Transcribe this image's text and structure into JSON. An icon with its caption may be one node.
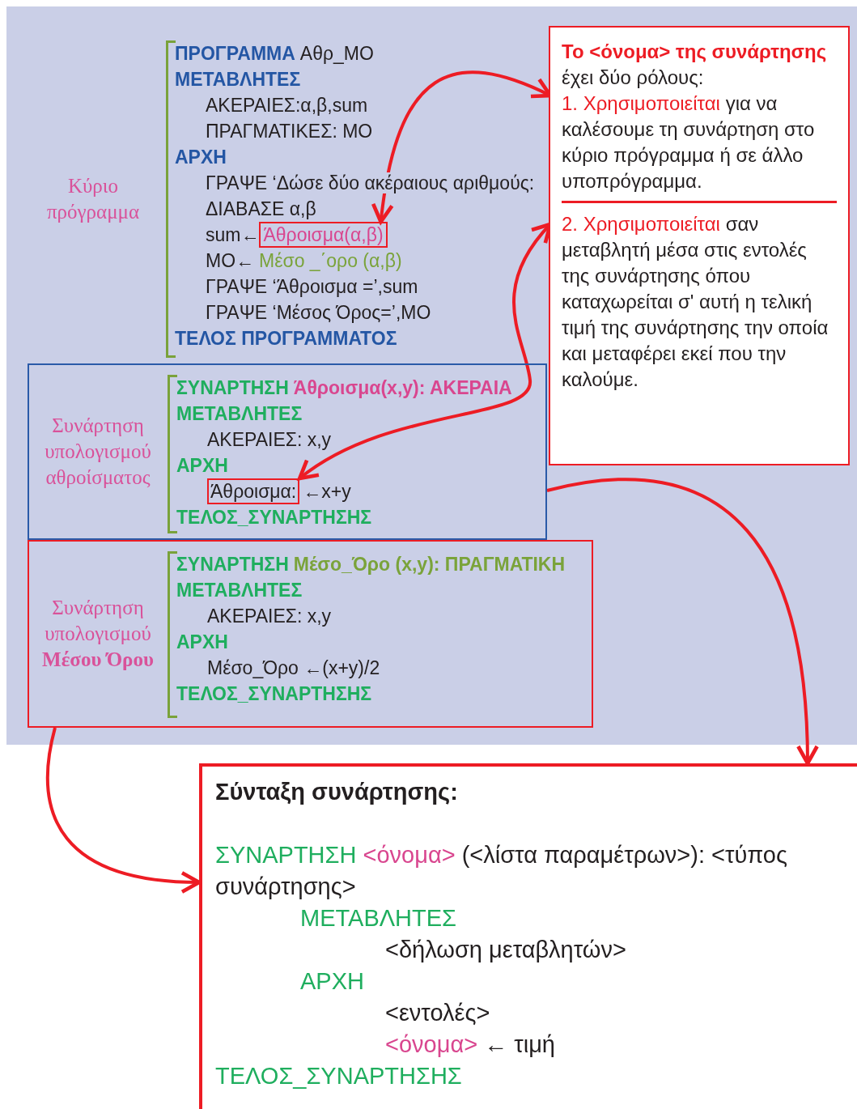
{
  "diagram": {
    "nodes": [
      {
        "text": [
          "ΠΡΟΓΡΑΜΜΑ",
          "Αθρ_ΜΟ",
          "ΜΕΤΑΒΛΗΤΕΣ",
          "ΑΚΕΡΑΙΕΣ:α,β,sum",
          "ΠΡΑΓΜΑΤΙΚΕΣ: ΜΟ",
          "ΑΡΧΗ",
          "ΓΡΑΨΕ ‘Δώσε δύο ακέραιους αριθμούς:",
          "ΔΙΑΒΑΣΕ α,β",
          "sum←",
          "ΜΟ←",
          "Μέσο _΄ορο (α,β)",
          "ΓΡΑΨΕ ‘Άθροισμα =’,sum",
          "ΓΡΑΨΕ ‘Μέσος Όρος=’,ΜΟ",
          "ΤΕΛΟΣ ΠΡΟΓΡΑΜΜΑΤΟΣ"
        ],
        "beside": [
          "Κύριο πρόγραμμα"
        ]
      },
      {
        "text": [
          "Άθροισμα(α,β)"
        ],
        "in": 0
      },
      {
        "text": [
          "Συνάρτηση υπολογισμού αθροίσματος",
          "ΣΥΝΑΡΤΗΣΗ",
          "Άθροισμα(x,y): ΑΚΕΡΑΙΑ",
          "ΜΕΤΑΒΛΗΤΕΣ",
          "ΑΚΕΡΑΙΕΣ: x,y",
          "ΑΡΧΗ",
          "←x+y",
          "ΤΕΛΟΣ_ΣΥΝΑΡΤΗΣΗΣ"
        ]
      },
      {
        "text": [
          "Άθροισμα:"
        ],
        "in": 2
      },
      {
        "text": [
          "Συνάρτηση υπολογισμού **Μέσου Όρου**",
          "ΣΥΝΑΡΤΗΣΗ",
          "Μέσο_Όρο (x,y): ΠΡΑΓΜΑΤΙΚΗ",
          "ΜΕΤΑΒΛΗΤΕΣ",
          "ΑΚΕΡΑΙΕΣ: x,y",
          "ΑΡΧΗ",
          "Μέσο_Όρο ←(x+y)/2",
          "ΤΕΛΟΣ_ΣΥΝΑΡΤΗΣΗΣ"
        ]
      },
      {
        "text": [
          "**Το <όνομα> της συνάρτησης** έχει δύο ρόλους:"
        ]
      },
      {
        "text": [
          "1. Χρησιμοποιείται για να καλέσουμε τη συνάρτηση στο κύριο πρόγραμμα ή σε άλλο υποπρόγραμμα."
        ],
        "in": 5
      },
      {
        "text": [
          "2. Χρησιμοποιείται σαν μεταβλητή μέσα στις εντολές της συνάρτησης όπου καταχωρείται σ' αυτή η τελική τιμή της συνάρτησης την οποία και μεταφέρει εκεί που την καλούμε."
        ],
        "in": 5
      },
      {
        "text": [
          "Σύνταξη συνάρτησης:",
          "ΣΥΝΑΡΤΗΣΗ <όνομα> (<λίστα παραμέτρων>): <τύπος συνάρτησης>",
          "ΜΕΤΑΒΛΗΤΕΣ",
          "<δήλωση μεταβλητών>",
          "ΑΡΧΗ",
          "<εντολές>",
          "<όνομα> ← τιμή",
          "ΤΕΛΟΣ_ΣΥΝΑΡΤΗΣΗΣ"
        ]
      }
    ],
    "edges": [
      {
        "from": 1,
        "to": 6,
        "arrow": "both"
      },
      {
        "from": 3,
        "to": 7,
        "arrow": "both"
      },
      {
        "from": 2,
        "to": 8,
        "arrow": "to"
      },
      {
        "from": 4,
        "to": 8,
        "arrow": "to"
      }
    ]
  }
}
